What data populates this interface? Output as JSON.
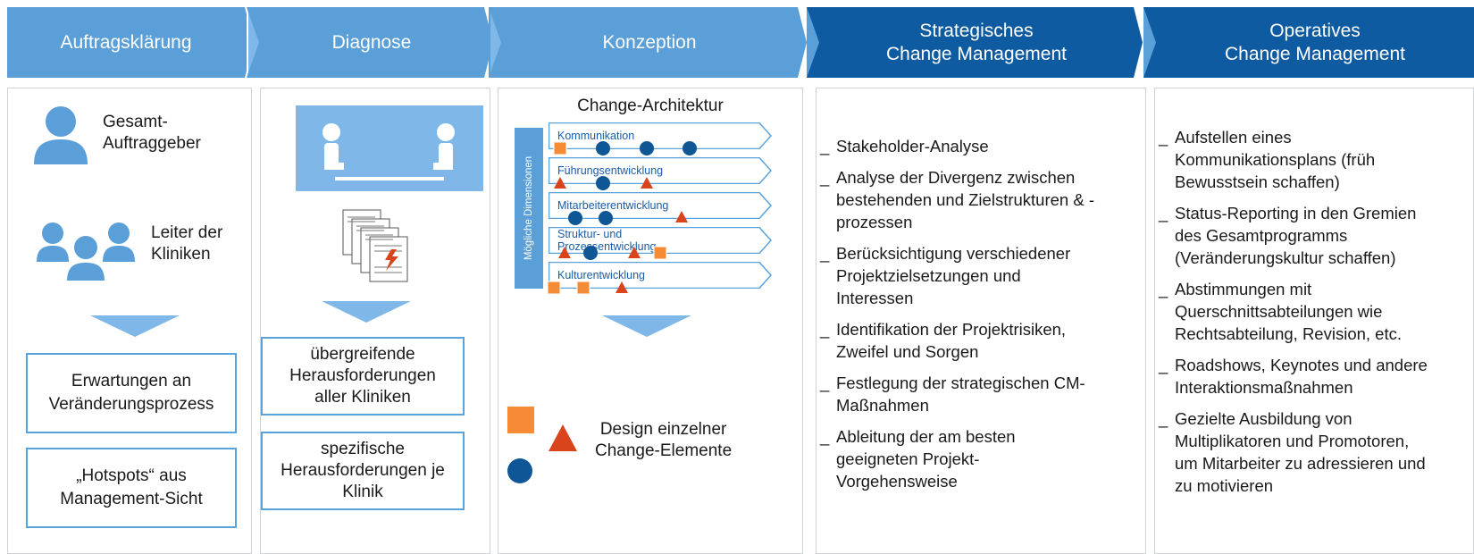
{
  "phases": [
    {
      "label": "Auftragsklärung"
    },
    {
      "label": "Diagnose"
    },
    {
      "label": "Konzeption"
    },
    {
      "label_line1": "Strategisches",
      "label_line2": "Change Management"
    },
    {
      "label_line1": "Operatives",
      "label_line2": "Change Management"
    }
  ],
  "colors": {
    "phase_light": "#5b9fd8",
    "phase_dark": "#0f5ba1",
    "arrow_light": "#7fb8e8",
    "box_border": "#5aa2db",
    "marker_orange": "#f58b35",
    "marker_red": "#d9441d",
    "marker_blue": "#0e5696"
  },
  "col1": {
    "person1_line1": "Gesamt-",
    "person1_line2": "Auftraggeber",
    "group_line1": "Leiter der",
    "group_line2": "Kliniken",
    "box1_line1": "Erwartungen an",
    "box1_line2": "Veränderungsprozess",
    "box2_line1": "„Hotspots“ aus",
    "box2_line2": "Management-Sicht"
  },
  "col2": {
    "box1_line1": "übergreifende",
    "box1_line2": "Herausforderungen",
    "box1_line3": "aller Kliniken",
    "box2_line1": "spezifische",
    "box2_line2": "Herausforderungen je",
    "box2_line3": "Klinik"
  },
  "col3": {
    "title": "Change-Architektur",
    "side_label": "Mögliche Dimensionen",
    "dimensions": [
      {
        "label": "Kommunikation",
        "markers": [
          "square",
          "circle",
          "circle",
          "circle"
        ]
      },
      {
        "label": "Führungsentwicklung",
        "markers": [
          "triangle",
          "circle",
          "triangle"
        ]
      },
      {
        "label": "Mitarbeiterentwicklung",
        "markers": [
          "circle",
          "circle",
          "triangle"
        ]
      },
      {
        "label": "Struktur- und Prozessentwicklung",
        "markers": [
          "triangle",
          "circle",
          "triangle",
          "square"
        ]
      },
      {
        "label": "Kulturentwicklung",
        "markers": [
          "square",
          "square",
          "triangle"
        ]
      }
    ],
    "design_line1": "Design einzelner",
    "design_line2": "Change-Elemente"
  },
  "col4": {
    "items": [
      [
        "Stakeholder-Analyse"
      ],
      [
        "Analyse der Divergenz zwischen",
        "bestehenden und Zielstrukturen & -",
        "prozessen"
      ],
      [
        "Berücksichtigung verschiedener",
        "Projektzielsetzungen und",
        "Interessen"
      ],
      [
        "Identifikation der Projektrisiken,",
        "Zweifel und Sorgen"
      ],
      [
        "Festlegung der strategischen CM-",
        "Maßnahmen"
      ],
      [
        "Ableitung der am besten",
        "geeigneten Projekt-",
        "Vorgehensweise"
      ]
    ]
  },
  "col5": {
    "items": [
      [
        "Aufstellen eines",
        "Kommunikationsplans (früh",
        "Bewusstsein schaffen)"
      ],
      [
        "Status-Reporting in den Gremien",
        "des Gesamtprogramms",
        "(Veränderungskultur schaffen)"
      ],
      [
        "Abstimmungen mit",
        "Querschnittsabteilungen wie",
        "Rechtsabteilung, Revision, etc."
      ],
      [
        "Roadshows, Keynotes und andere",
        "Interaktionsmaßnahmen"
      ],
      [
        "Gezielte Ausbildung von",
        "Multiplikatoren und Promotoren,",
        "um Mitarbeiter zu adressieren und",
        "zu motivieren"
      ]
    ]
  }
}
